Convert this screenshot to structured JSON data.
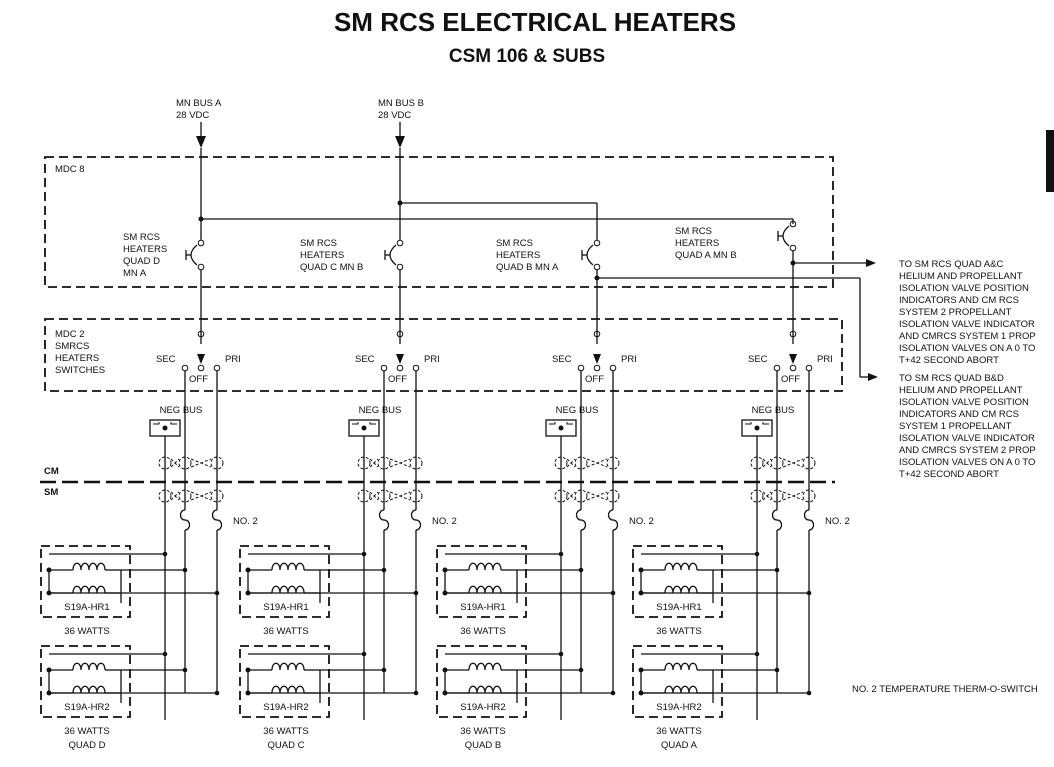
{
  "title": "SM RCS ELECTRICAL HEATERS",
  "subtitle": "CSM 106 & SUBS",
  "buses": [
    {
      "line1": "MN BUS A",
      "line2": "28 VDC"
    },
    {
      "line1": "MN BUS B",
      "line2": "28 VDC"
    }
  ],
  "panels": {
    "mdc8": "MDC 8",
    "mdc2": [
      "MDC 2",
      "SMRCS",
      "HEATERS",
      "SWITCHES"
    ]
  },
  "breakers": [
    [
      "SM RCS",
      "HEATERS",
      "QUAD D",
      "MN A"
    ],
    [
      "SM RCS",
      "HEATERS",
      "QUAD C MN B"
    ],
    [
      "SM RCS",
      "HEATERS",
      "QUAD B MN A"
    ],
    [
      "SM RCS",
      "HEATERS",
      "QUAD A MN B"
    ]
  ],
  "switch_labels": {
    "sec": "SEC",
    "pri": "PRI",
    "off": "OFF"
  },
  "neg_bus": "NEG BUS",
  "cm": "CM",
  "sm": "SM",
  "no2": "NO. 2",
  "heater1": "S19A-HR1",
  "heater2": "S19A-HR2",
  "watts": "36 WATTS",
  "quads": [
    "QUAD D",
    "QUAD C",
    "QUAD B",
    "QUAD A"
  ],
  "note_ac": [
    "TO SM RCS QUAD A&C",
    "HELIUM AND PROPELLANT",
    "ISOLATION VALVE POSITION",
    "INDICATORS AND CM RCS",
    "SYSTEM 2 PROPELLANT",
    "ISOLATION VALVE INDICATOR",
    "AND CMRCS SYSTEM 1 PROP",
    "ISOLATION VALVES ON A 0 TO",
    "T+42 SECOND ABORT"
  ],
  "note_bd": [
    "TO SM RCS QUAD B&D",
    "HELIUM AND PROPELLANT",
    "ISOLATION VALVE POSITION",
    "INDICATORS AND CM RCS",
    "SYSTEM 1 PROPELLANT",
    "ISOLATION VALVE INDICATOR",
    "AND CMRCS SYSTEM 2 PROP",
    "ISOLATION VALVES ON A 0 TO",
    "T+42 SECOND ABORT"
  ],
  "footnote": "NO. 2 TEMPERATURE THERM-O-SWITCH"
}
